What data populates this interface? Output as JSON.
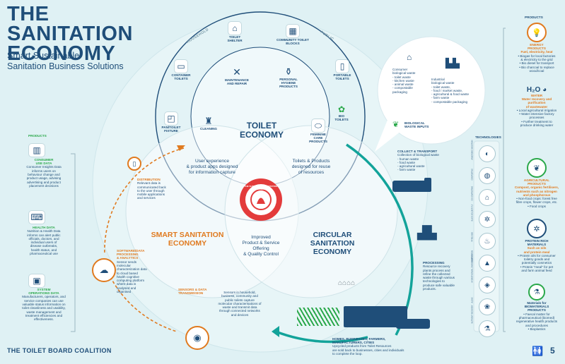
{
  "title": [
    "THE",
    "SANITATION",
    "ECONOMY"
  ],
  "subtitle": [
    "Smart Sustainable",
    "Sanitation Business Solutions"
  ],
  "footer": "THE TOILET BOARD COALITION",
  "page_number": "5",
  "colors": {
    "navy": "#1f4e79",
    "orange": "#e07a1f",
    "teal": "#13a39a",
    "green": "#2aa84a",
    "red": "#e33b3b",
    "bg": "#dff1f4"
  },
  "toilet_economy": {
    "label": [
      "TOILET",
      "ECONOMY"
    ],
    "household": "HOUSEHOLD",
    "public": "PUBLIC",
    "items": [
      {
        "label": [
          "TOILET",
          "SHELTER"
        ],
        "icon": "shelter-icon"
      },
      {
        "label": [
          "COMMUNITY TOILET",
          "BLOCKS"
        ],
        "icon": "toilet-block-icon"
      },
      {
        "label": [
          "CONTAINER",
          "TOILETS"
        ],
        "icon": "container-toilet-icon"
      },
      {
        "label": [
          "PORTABLE",
          "TOILETS"
        ],
        "icon": "portable-toilet-icon"
      },
      {
        "label": [
          "MAINTENANCE",
          "AND REPAIR"
        ],
        "icon": "wrench-icon"
      },
      {
        "label": [
          "PERSONAL",
          "HYGIENE",
          "PRODUCTS"
        ],
        "icon": "soap-icon"
      },
      {
        "label": [
          "CLEANING"
        ],
        "icon": "spray-icon"
      },
      {
        "label": [
          "PAN/TOILET",
          "FIXTURE"
        ],
        "icon": "toilet-fixture-icon"
      },
      {
        "label": [
          "FEMININE",
          "CARE",
          "PRODUCTS"
        ],
        "icon": "feminine-care-icon"
      },
      {
        "label": [
          "BIO",
          "TOILETS"
        ],
        "icon": "bio-toilet-icon"
      }
    ]
  },
  "center": {
    "left_text": [
      "User experience",
      "& product apps designed",
      "for information capture"
    ],
    "right_text": [
      "Toilets & Products",
      "designed for reuse",
      "of resources"
    ],
    "bottom_text": [
      "Improved",
      "Product & Service",
      "Offering",
      "& Quality Control"
    ],
    "seal_text": "THE SUSTAINABLE SANITATION ECONOMY"
  },
  "smart_economy": {
    "label": [
      "SMART SANITATION",
      "ECONOMY"
    ],
    "steps": [
      {
        "title": "DISTRIBUTION",
        "text": [
          "Relevant data is",
          "communicated back",
          "to the user through",
          "mobile applications",
          "and services"
        ]
      },
      {
        "title": [
          "SOFTWARE/DATA",
          "PROCESSING",
          "& ANALYTICS"
        ],
        "text": [
          "Sensor sends",
          "molecular",
          "characterization data",
          "to cloud based",
          "health cognitive",
          "computing platform",
          "where data is",
          "analysed and",
          "organised"
        ]
      },
      {
        "title": [
          "SENSORS & DATA",
          "TRANSMISSION"
        ],
        "text": [
          "Sensors in household,",
          "business, community and",
          "public toilets capture",
          "molecular characterisations of",
          "waste and transmit data",
          "through connected networks",
          "and devices"
        ]
      }
    ]
  },
  "circular_economy": {
    "label": [
      "CIRCULAR SANITATION",
      "ECONOMY"
    ],
    "inputs": {
      "consumer": {
        "title": [
          "Consumer",
          "biological waste"
        ],
        "items": [
          "- toilet waste",
          "- kitchen waste",
          "- animal waste",
          "- compostable",
          "  packaging"
        ]
      },
      "industrial": {
        "title": [
          "Industrial",
          "biological waste"
        ],
        "items": [
          "- toilet waste,",
          "- food / market waste,",
          "- agricultural & food waste",
          "- farm waste",
          "- compostable packaging"
        ]
      },
      "label": [
        "BIOLOGICAL",
        "WASTE INPUTS"
      ]
    },
    "collect": {
      "title": "COLLECT & TRANSPORT",
      "text": [
        "Collection of biological waste",
        "- human waste",
        "- food waste",
        "- agricultural waste",
        "- farm waste"
      ]
    },
    "processing": {
      "title": "PROCESSING",
      "text": [
        "Resource recovery",
        "plants process and",
        "refine the collected",
        "waste through various",
        "technologies to",
        "produce safe valuable",
        "products."
      ]
    },
    "homes": {
      "title": [
        "HOMES, BUSINESSES, FARMERS,",
        "MANUFACTURERS, CITIES"
      ],
      "text": [
        "Upcycled products from Toilet Resources",
        "are sold back to businesses, cities and individuals",
        "to complete the loop."
      ]
    }
  },
  "left_products": {
    "heading": "PRODUCTS",
    "items": [
      {
        "title": [
          "CONSUMER",
          "USE DATA"
        ],
        "text": [
          "Consumer Insights Data",
          "informs users on",
          "behaviour change and",
          "product usage, advising",
          "advertising and product",
          "placement decisions"
        ],
        "icon": "bar-chart-icon"
      },
      {
        "title": "HEALTH DATA",
        "text": [
          "Nutrition & Health Data",
          "informs can alert public",
          "officials, doctors, and",
          "individual users of",
          "disease outbreaks,",
          "health status, and",
          "pharmaceutical use"
        ],
        "icon": "laptop-icon"
      },
      {
        "title": [
          "SYSTEM",
          "OPERATIONS DATA"
        ],
        "text": [
          "Manufacturers, operators, and",
          "service companies can use",
          "valuable status information on",
          "toilet cleanliness and usability,",
          "waste management and",
          "treatment efficiencies and",
          "effectiveness."
        ],
        "icon": "monitor-icon"
      }
    ]
  },
  "technologies": {
    "heading": "TECHNOLOGIES",
    "items": [
      "ANAEROBIC DIGESTION",
      "COMPOSTING",
      "CO-COMPOSTING",
      "BLACK SOLDIER FLY",
      "PYROLYSIS",
      "GASIFICATION",
      "HYDROTHERMAL CARBONISATION",
      "ALGAE",
      "NUTRIENT RECOVERY"
    ]
  },
  "right_products": {
    "heading": "PRODUCTS",
    "items": [
      {
        "title": [
          "ENERGY",
          "PRODUCTS"
        ],
        "sub": "Fuel, electricity, heat",
        "text": [
          "• Biogas for local factories",
          "& electricity to the grid",
          "• Bio diesel for transport",
          "• Bio charcoal to replace",
          "wood/coal"
        ],
        "icon": "lightbulb-icon"
      },
      {
        "title": "WATER",
        "sub": [
          "Water recovery and",
          "purification",
          "of wastewater"
        ],
        "text": [
          "• Local agricultural irrigation",
          "• Water intensive factory",
          "processes",
          "• Further treatment to",
          "produce drinking water"
        ],
        "icon": "water-drop-icon"
      },
      {
        "title": [
          "AGRICULTURAL",
          "PRODUCTS"
        ],
        "sub": [
          "Compost, organic fertilisers,",
          "nutrients such as nitrogen",
          "and phosphorous"
        ],
        "text": [
          "• Non-food crops: forest free",
          "fibre crops, flower crops, etc.",
          "• Food crops"
        ],
        "icon": "plant-icon"
      },
      {
        "title": [
          "PROTEIN RICH",
          "MATERIALS"
        ],
        "sub": [
          "Such as oils",
          "and protein meal"
        ],
        "text": [
          "• Protein oils for consumer",
          "toiletry goods and",
          "potentially cosmetics",
          "• Protein \"meal\" for pet",
          "and farm animal feed"
        ],
        "icon": "fly-icon"
      },
      {
        "title": [
          "Materials for",
          "BIOMATERIALS",
          "PRODUCTS"
        ],
        "sub": "",
        "text": [
          "• Faecal matter for",
          "pharmaceutical (biomed)",
          "regenerative health products",
          "and procedures",
          "• Bioplastics"
        ],
        "icon": "flask-icon"
      }
    ]
  }
}
